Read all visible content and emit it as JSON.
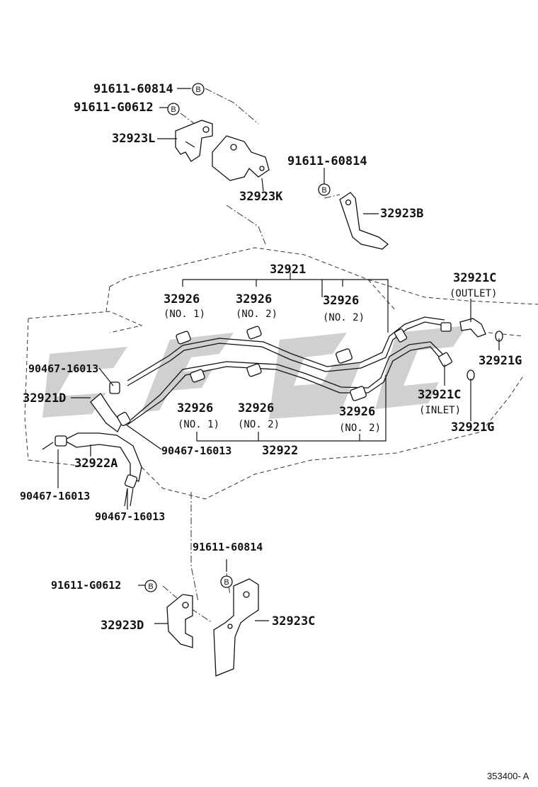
{
  "labels": {
    "bolt_60814_top": "91611-60814",
    "bolt_G0612_top": "91611-G0612",
    "bracket_L": "32923L",
    "bracket_K": "32923K",
    "bolt_60814_mid": "91611-60814",
    "bracket_B": "32923B",
    "tube_32921": "32921",
    "outlet_part": "32921C",
    "outlet_note": "(OUTLET)",
    "clamp_no1_top": "32926",
    "clamp_no1_top_note": "(NO. 1)",
    "clamp_no2_top_a": "32926",
    "clamp_no2_top_a_note": "(NO. 2)",
    "clamp_no2_top_b": "32926",
    "clamp_no2_top_b_note": "(NO. 2)",
    "gasket_G_1": "32921G",
    "hose_clip_1": "90467-16013",
    "hose_D": "32921D",
    "inlet_part": "32921C",
    "inlet_note": "(INLET)",
    "gasket_G_2": "32921G",
    "clamp_no1_bot": "32926",
    "clamp_no1_bot_note": "(NO. 1)",
    "clamp_no2_bot_a": "32926",
    "clamp_no2_bot_a_note": "(NO. 2)",
    "clamp_no2_bot_b": "32926",
    "clamp_no2_bot_b_note": "(NO. 2)",
    "hose_clip_2": "90467-16013",
    "tube_32922": "32922",
    "hose_A": "32922A",
    "hose_clip_3": "90467-16013",
    "hose_clip_4": "90467-16013",
    "bolt_60814_bot": "91611-60814",
    "bolt_G0612_bot": "91611-G0612",
    "bracket_C": "32923C",
    "bracket_D": "32923D",
    "figure_code": "353400- A"
  },
  "bolt_marker": "B",
  "colors": {
    "line": "#111111",
    "watermark": "#c8c8c8",
    "background": "#ffffff"
  }
}
